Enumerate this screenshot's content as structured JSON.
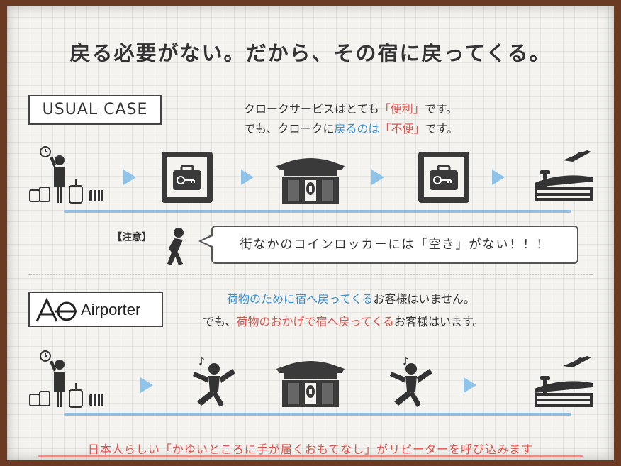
{
  "headline": "戻る必要がない。だから、その宿に戻ってくる。",
  "usual": {
    "label": "USUAL CASE",
    "line1_a": "クロークサービスはとても",
    "line1_b": "「便利」",
    "line1_c": "です。",
    "line2_a": "でも、クロークに",
    "line2_b": "戻るのは",
    "line2_c": "「不便」",
    "line2_d": "です。"
  },
  "notice": {
    "label": "【注意】",
    "bubble": "街なかのコインロッカーには「空き」がない！！！"
  },
  "airporter": {
    "logo": "Airporter",
    "line1_a": "荷物のために宿へ戻ってくる",
    "line1_b": "お客様はいません。",
    "line2_a": "でも、",
    "line2_b": "荷物のおかげで宿へ戻ってくる",
    "line2_c": "お客様はいます。"
  },
  "footer": "日本人らしい「かゆいところに手が届くおもてなし」がリピーターを呼び込みます",
  "colors": {
    "accent_red": "#e0524d",
    "accent_blue": "#3a8fd0",
    "arrow_blue": "#8fc3e8",
    "frame_brown": "#6b3a22"
  },
  "icons": [
    "traveler-icon",
    "locker-key-icon",
    "temple-gate-icon",
    "airport-icon",
    "jumping-person-icon",
    "despair-person-icon"
  ]
}
